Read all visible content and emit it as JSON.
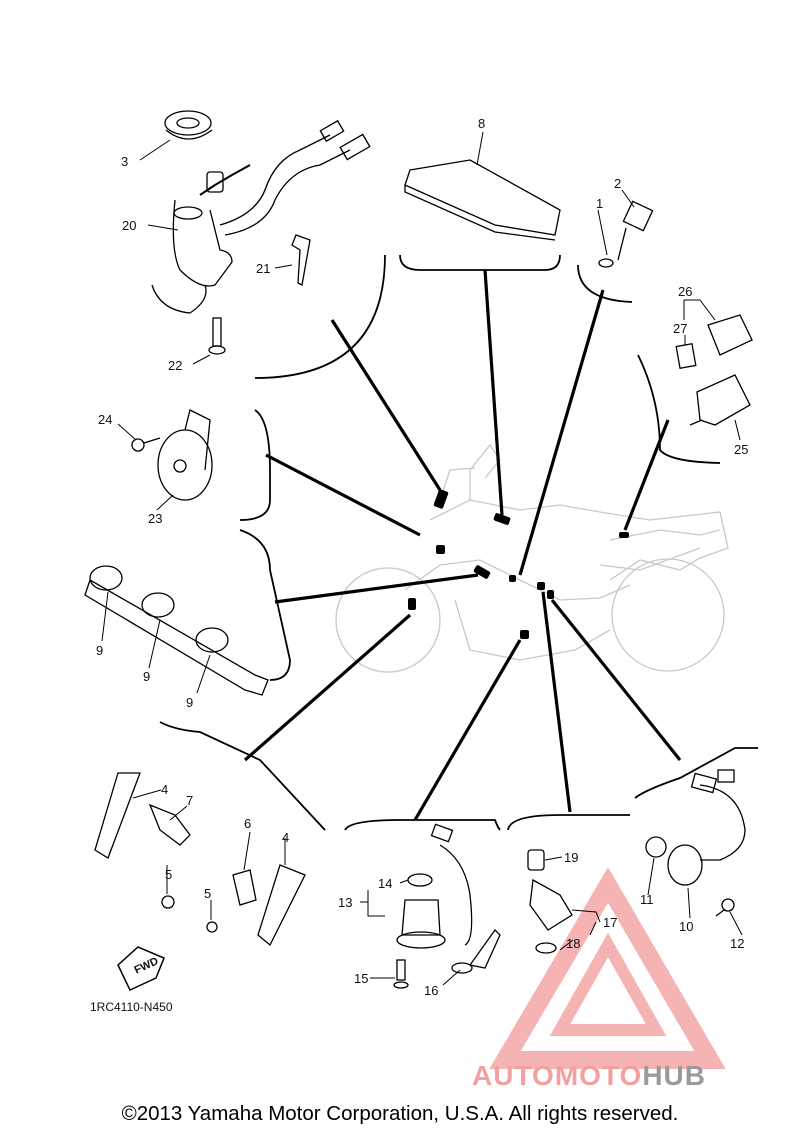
{
  "callouts": [
    "1",
    "2",
    "3",
    "4",
    "4",
    "5",
    "5",
    "6",
    "7",
    "8",
    "9",
    "9",
    "9",
    "10",
    "11",
    "12",
    "13",
    "14",
    "15",
    "16",
    "17",
    "18",
    "19",
    "20",
    "21",
    "22",
    "23",
    "24",
    "25",
    "26",
    "27"
  ],
  "diagram_code": "1RC4110-N450",
  "fwd_label": "FWD",
  "watermark": {
    "part1": "AUTOMOTO",
    "part2": "HUB",
    "color_primary": "#f4a0a0",
    "color_secondary": "#9a9a9a"
  },
  "copyright": "©2013 Yamaha Motor Corporation, U.S.A. All rights reserved."
}
